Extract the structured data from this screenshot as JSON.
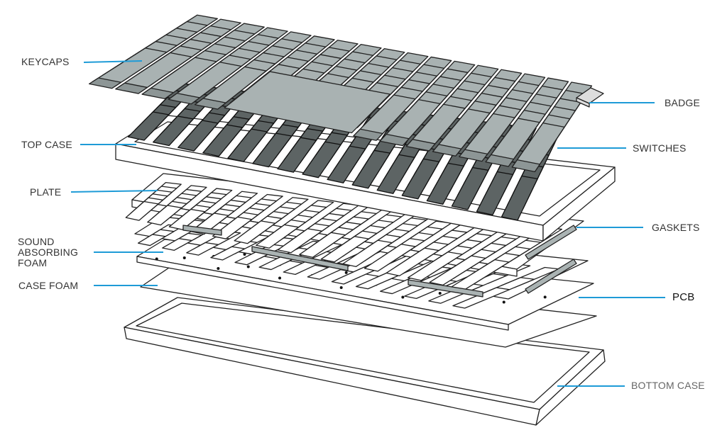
{
  "labels": {
    "keycaps": "KEYCAPS",
    "top_case": "TOP CASE",
    "plate": "PLATE",
    "sound_foam": "SOUND\nABSORBING\nFOAM",
    "case_foam": "CASE FOAM",
    "badge": "BADGE",
    "switches": "SWITCHES",
    "gaskets": "GASKETS",
    "pcb": "PCB",
    "bottom_case": "BOTTOM CASE"
  },
  "colors": {
    "leader_line": "#1e9bd7",
    "keycap_fill": "#a9b2b2",
    "switch_fill": "#5d6464",
    "outline": "#222222"
  }
}
